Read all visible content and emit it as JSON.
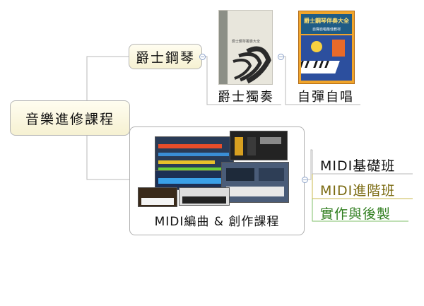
{
  "root": {
    "label": "音樂進修課程"
  },
  "jazz": {
    "label": "爵士鋼琴",
    "books": [
      {
        "caption": "爵士獨奏",
        "cover_text": "爵士鋼琴獨奏大全"
      },
      {
        "caption": "自彈自唱",
        "cover_text": "爵士鋼琴伴奏大全",
        "cover_subtext": "自彈自唱最佳教材"
      }
    ]
  },
  "midi": {
    "label": "MIDI編曲 & 創作課程",
    "leaves": [
      {
        "label": "MIDI基礎班",
        "color": "#111111"
      },
      {
        "label": "MIDI進階班",
        "color": "#7a6a10"
      },
      {
        "label": "實作與後製",
        "color": "#2f7d1e"
      }
    ]
  },
  "colors": {
    "connector": "#b8b8b8",
    "node_fill": "#fbf6dd",
    "cover2_bg": "#f1a52b",
    "cover2_top": "#1f5c86"
  }
}
